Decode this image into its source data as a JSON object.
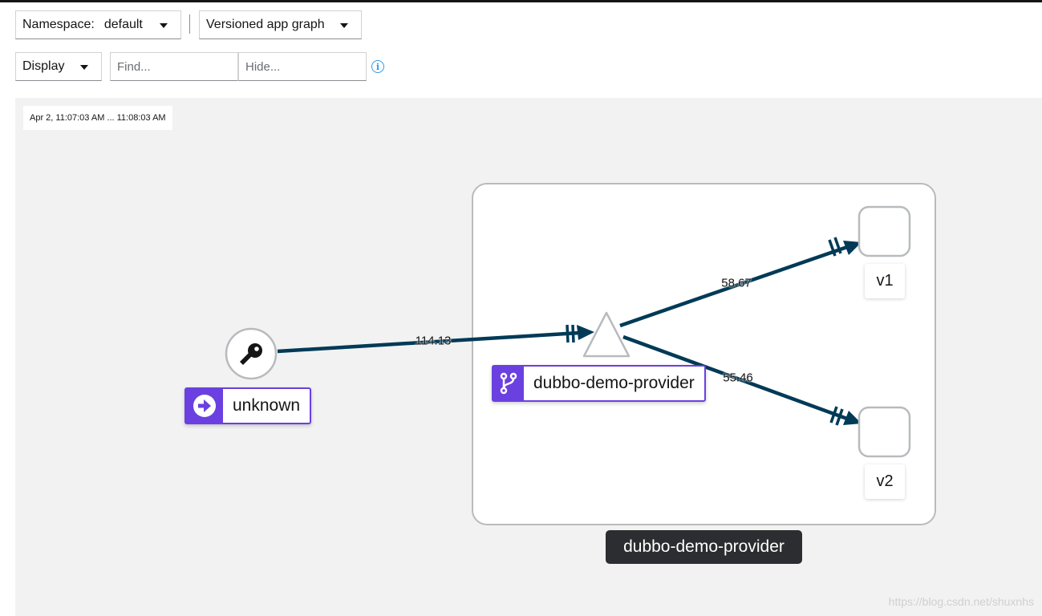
{
  "toolbar": {
    "namespace_label": "Namespace:",
    "namespace_value": "default",
    "graph_type": "Versioned app graph",
    "display_label": "Display",
    "find_placeholder": "Find...",
    "hide_placeholder": "Hide..."
  },
  "graph": {
    "time_range": "Apr 2, 11:07:03 AM ... 11:08:03 AM",
    "nodes": {
      "unknown": {
        "label": "unknown"
      },
      "app": {
        "label": "dubbo-demo-provider"
      },
      "v1": {
        "label": "v1"
      },
      "v2": {
        "label": "v2"
      }
    },
    "box_label": "dubbo-demo-provider",
    "edges": {
      "unknown_to_app": "114.13",
      "app_to_v1": "58.67",
      "app_to_v2": "55.46"
    }
  },
  "colors": {
    "edge": "#003a57",
    "accent": "#6b40e0",
    "info": "#2b9af3"
  },
  "watermark": "https://blog.csdn.net/shuxnhs"
}
